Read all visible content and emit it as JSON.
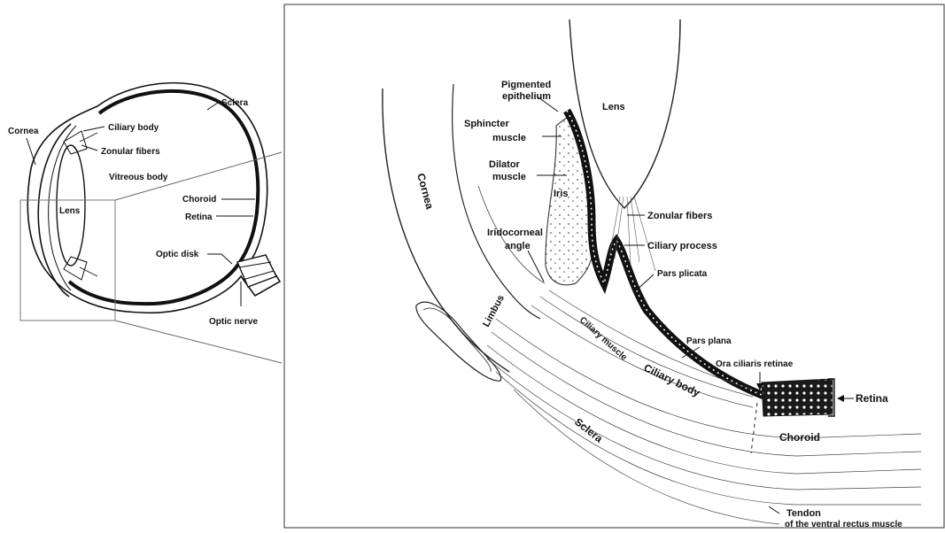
{
  "overview": {
    "labels": {
      "sclera": "Sclera",
      "cornea": "Cornea",
      "ciliary_body": "Ciliary body",
      "zonular_fibers": "Zonular fibers",
      "vitreous_body": "Vitreous body",
      "lens": "Lens",
      "choroid": "Choroid",
      "retina": "Retina",
      "optic_disk": "Optic disk",
      "optic_nerve": "Optic nerve"
    }
  },
  "detail": {
    "labels": {
      "pigmented_epithelium": [
        "Pigmented",
        "epithelium"
      ],
      "lens": "Lens",
      "sphincter_muscle": [
        "Sphincter",
        "muscle"
      ],
      "dilator_muscle": [
        "Dilator",
        "muscle"
      ],
      "iris": "Iris",
      "cornea": "Cornea",
      "iridocorneal_angle": [
        "Iridocorneal",
        "angle"
      ],
      "zonular_fibers": "Zonular fibers",
      "ciliary_process": "Ciliary process",
      "pars_plicata": "Pars plicata",
      "limbus": "Limbus",
      "ciliary_muscle": "Ciliary muscle",
      "pars_plana": "Pars plana",
      "ora_ciliaris_retinae": "Ora ciliaris retinae",
      "retina": "Retina",
      "ciliary_body": "Ciliary body",
      "sclera": "Sclera",
      "choroid": "Choroid",
      "tendon": [
        "Tendon",
        "of the ventral rectus muscle"
      ]
    }
  }
}
